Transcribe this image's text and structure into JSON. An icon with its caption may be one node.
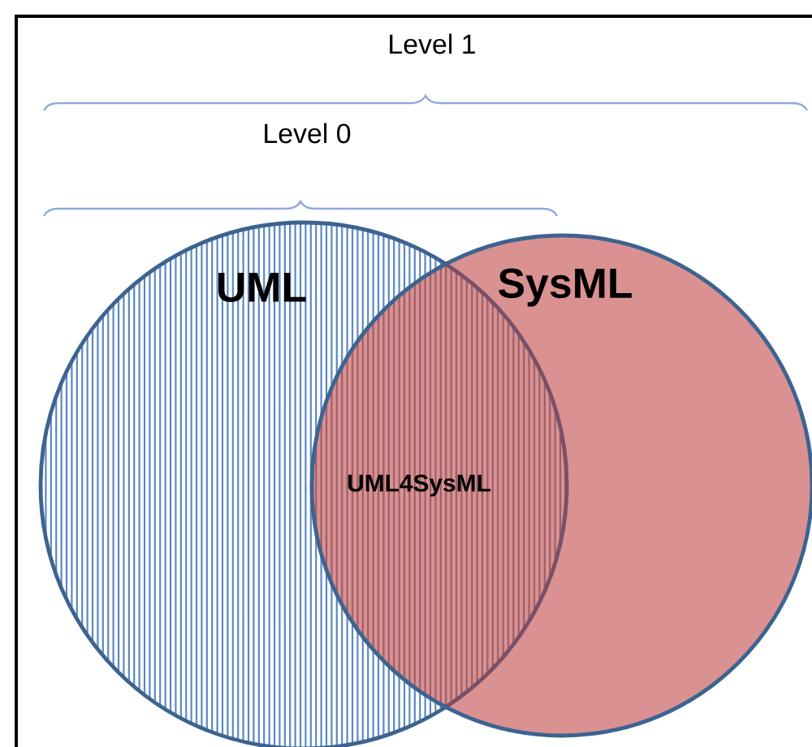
{
  "diagram": {
    "nodes": [
      {
        "text": [
          "UML"
        ]
      },
      {
        "text": [
          "SysML"
        ]
      }
    ],
    "labels": [
      "Level 1",
      "Level 0",
      "UML4SysML"
    ]
  }
}
